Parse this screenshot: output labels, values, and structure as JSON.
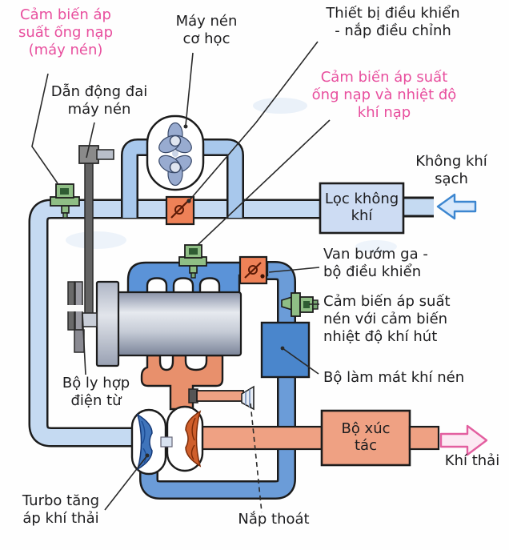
{
  "figure": {
    "labels": {
      "boost_sensor": "Cảm biến áp\nsuất ống nạp\n(máy nén)",
      "supercharger": "Máy nén\ncơ học",
      "control_device": "Thiết bị điều khiển\n- nắp điều chỉnh",
      "map_iat_sensor": "Cảm biến áp suất\nống nạp và nhiệt độ\nkhí nạp",
      "belt_drive": "Dẫn động đai\nmáy nén",
      "clean_air": "Không khí\nsạch",
      "air_filter": "Lọc không\nkhí",
      "throttle_valve": "Van bướm ga -\nbộ điều khiển",
      "charge_sensor": "Cảm biến áp suất\nnén với cảm biến\nnhiệt độ khí hút",
      "intercooler": "Bộ làm mát khí nén",
      "magnetic_clutch": "Bộ ly hợp\nđiện từ",
      "catalyst": "Bộ xúc\ntác",
      "exhaust_gas": "Khí thải",
      "turbocharger": "Turbo tăng\náp khí thải",
      "wastegate": "Nắp thoát"
    },
    "colors": {
      "pink_label": "#e84f9e",
      "black_label": "#1d1d1f",
      "pipe_light_blue": "#c5daf2",
      "pipe_loop_blue": "#a8c8ec",
      "pipe_medium_blue": "#6b9cd8",
      "intake_manifold_blue": "#5b93d8",
      "intercooler_blue": "#4a86cc",
      "exhaust_salmon": "#e8906c",
      "catalyst_salmon": "#efa183",
      "valve_orange": "#ee8157",
      "sensor_green": "#8fbe85",
      "clean_air_arrow": "#3c86d0",
      "exhaust_arrow": "#e35fa0",
      "engine_gray": "#c6ccd7",
      "turbo_blue_wheel": "#3f74bb",
      "turbo_orange_wheel": "#cf5f2c"
    },
    "icons": {
      "supercharger_rotors": "roots-compressor-rotors",
      "valve_symbol": "butterfly-valve",
      "sensor_symbol": "pressure-sensor-plug",
      "compressor_wheel": "turbo-compressor-wheel",
      "turbine_wheel": "turbo-turbine-wheel",
      "clean_air_arrow": "hollow-arrow-left",
      "exhaust_arrow": "hollow-arrow-right"
    }
  }
}
